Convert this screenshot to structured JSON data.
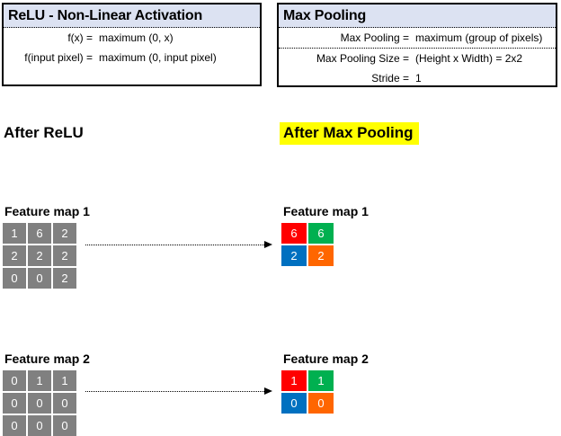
{
  "relu_box": {
    "title": "ReLU - Non-Linear Activation",
    "rows": [
      {
        "lhs": "f(x) =",
        "rhs": "maximum (0, x)"
      },
      {
        "lhs": "f(input pixel) =",
        "rhs": "maximum (0, input pixel)"
      }
    ]
  },
  "maxpool_box": {
    "title": "Max Pooling",
    "rows": [
      {
        "lhs": "Max Pooling  =",
        "rhs": "maximum (group of pixels)"
      },
      {
        "lhs": "Max Pooling Size =",
        "rhs": "(Height x Width) = 2x2"
      },
      {
        "lhs": "Stride =",
        "rhs": "1"
      }
    ]
  },
  "left_column": {
    "heading": "After ReLU",
    "feature_maps": [
      {
        "label": "Feature map 1",
        "grid": [
          [
            1,
            6,
            2
          ],
          [
            2,
            2,
            2
          ],
          [
            0,
            0,
            2
          ]
        ]
      },
      {
        "label": "Feature map 2",
        "grid": [
          [
            0,
            1,
            1
          ],
          [
            0,
            0,
            0
          ],
          [
            0,
            0,
            0
          ]
        ]
      }
    ]
  },
  "right_column": {
    "heading": "After Max Pooling",
    "feature_maps": [
      {
        "label": "Feature map 1",
        "grid": [
          [
            6,
            6
          ],
          [
            2,
            2
          ]
        ]
      },
      {
        "label": "Feature map 2",
        "grid": [
          [
            1,
            1
          ],
          [
            0,
            0
          ]
        ]
      }
    ]
  },
  "colors": {
    "gray_cell": "#808080",
    "title_band": "#DCE2F2",
    "heading_highlight": "#FFFF00",
    "pooled_cells": [
      [
        "#FF0000",
        "#00B050"
      ],
      [
        "#0070C0",
        "#FF6600"
      ]
    ]
  }
}
